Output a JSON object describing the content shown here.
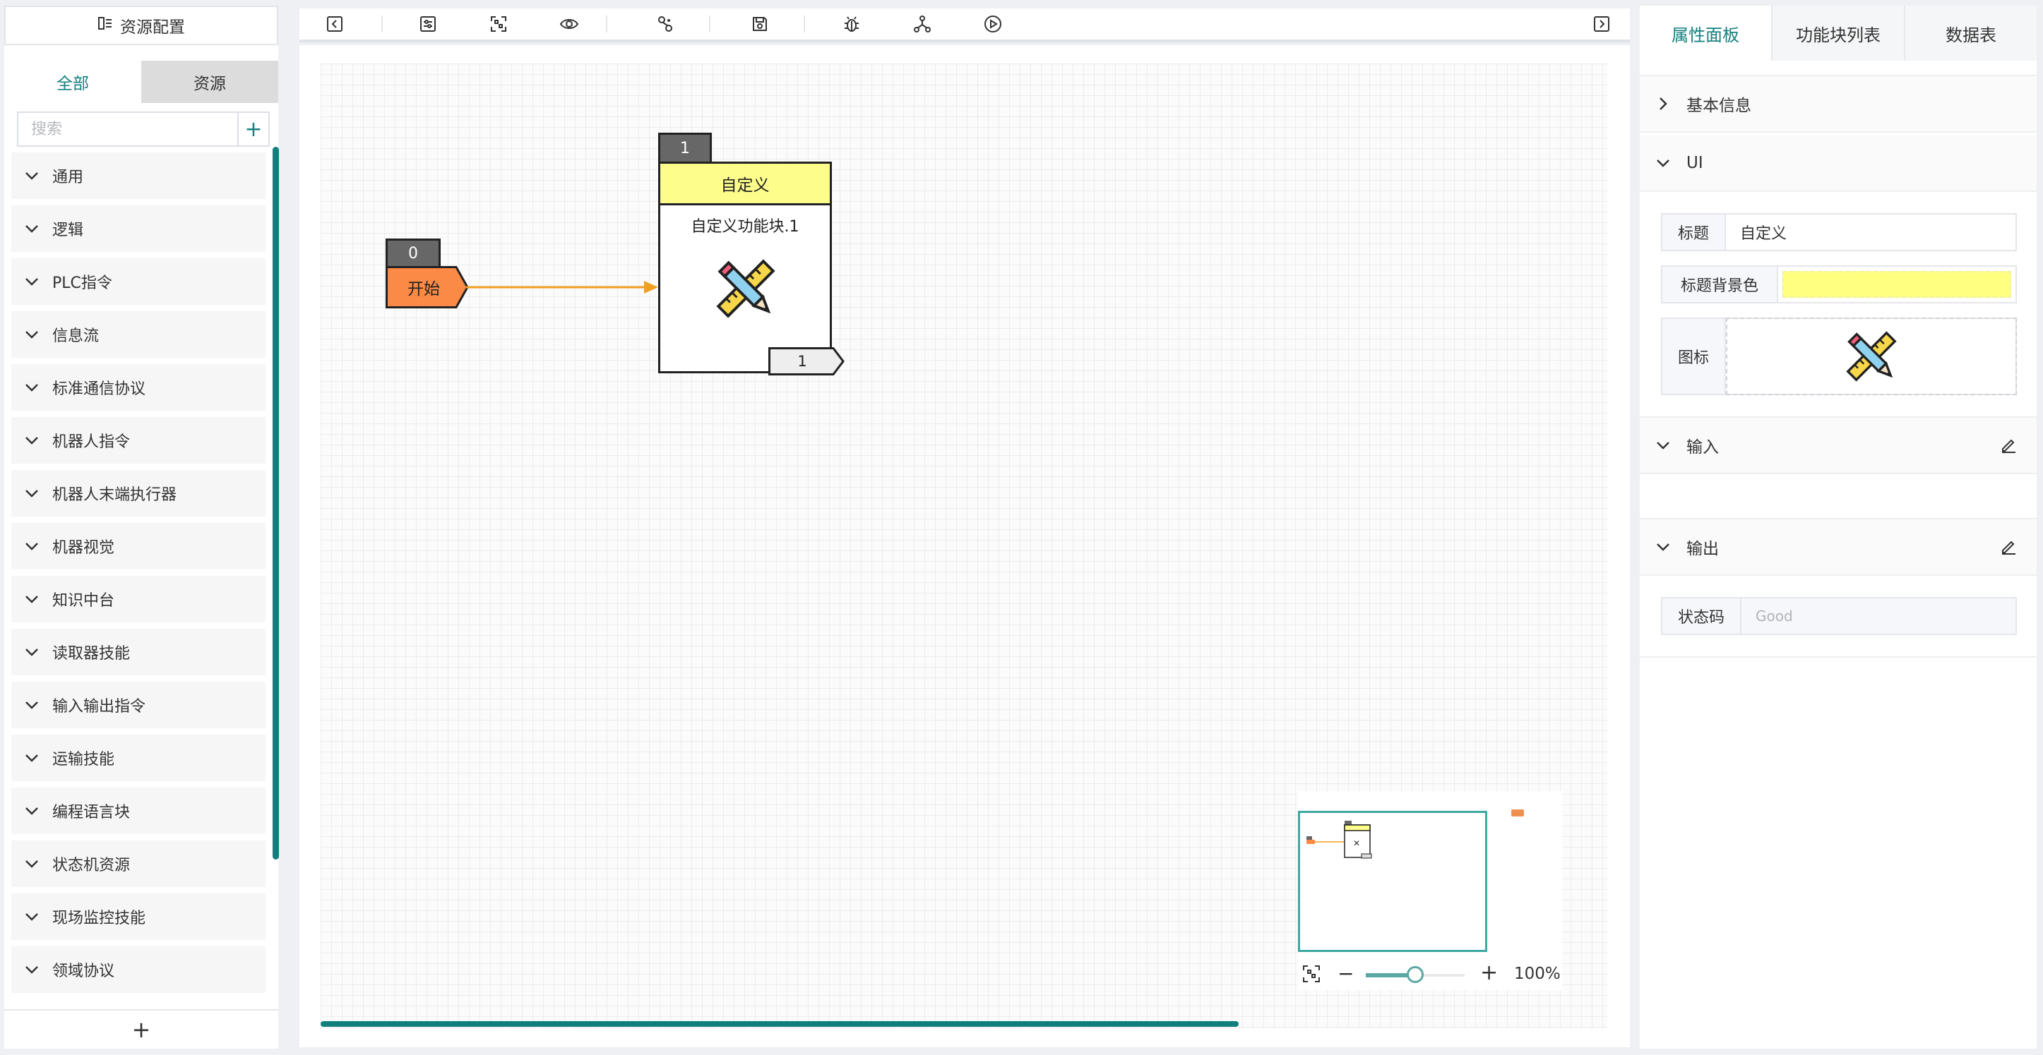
{
  "left_panel": {
    "header_title": "资源配置",
    "tabs": [
      {
        "label": "全部",
        "active": true
      },
      {
        "label": "资源",
        "active": false
      }
    ],
    "search": {
      "placeholder": "搜索",
      "value": ""
    },
    "add_label": "+",
    "categories": [
      "通用",
      "逻辑",
      "PLC指令",
      "信息流",
      "标准通信协议",
      "机器人指令",
      "机器人末端执行器",
      "机器视觉",
      "知识中台",
      "读取器技能",
      "输入输出指令",
      "运输技能",
      "编程语言块",
      "状态机资源",
      "现场监控技能",
      "领域协议"
    ],
    "footer_add": "+"
  },
  "toolbar": {
    "icons": [
      "collapse-left-icon",
      "settings-sliders-icon",
      "fit-view-icon",
      "preview-eye-icon",
      "link-nodes-icon",
      "save-icon",
      "debug-bug-icon",
      "network-nodes-icon",
      "run-play-icon",
      "collapse-right-icon"
    ]
  },
  "canvas": {
    "start_node": {
      "badge": "0",
      "label": "开始",
      "color": "#fb8a46"
    },
    "function_node": {
      "badge": "1",
      "title": "自定义",
      "title_bg": "#fdfd8c",
      "name": "自定义功能块.1",
      "output_port": "1",
      "icon": "pencil-ruler-icon"
    },
    "connector_color": "#f0a020",
    "zoom": "100%",
    "zoom_level": 0.5
  },
  "right_panel": {
    "tabs": [
      {
        "label": "属性面板",
        "active": true
      },
      {
        "label": "功能块列表",
        "active": false
      },
      {
        "label": "数据表",
        "active": false
      }
    ],
    "sections": {
      "basic": {
        "title": "基本信息",
        "expanded": false
      },
      "ui": {
        "title": "UI",
        "fields": {
          "title_label": "标题",
          "title_value": "自定义",
          "title_bg_label": "标题背景色",
          "title_bg_color": "#ffff80",
          "icon_label": "图标"
        }
      },
      "input": {
        "title": "输入"
      },
      "output": {
        "title": "输出",
        "status_label": "状态码",
        "status_placeholder": "Good"
      }
    }
  },
  "colors": {
    "accent": "#15807f",
    "scrollbar": "#117f7c"
  }
}
